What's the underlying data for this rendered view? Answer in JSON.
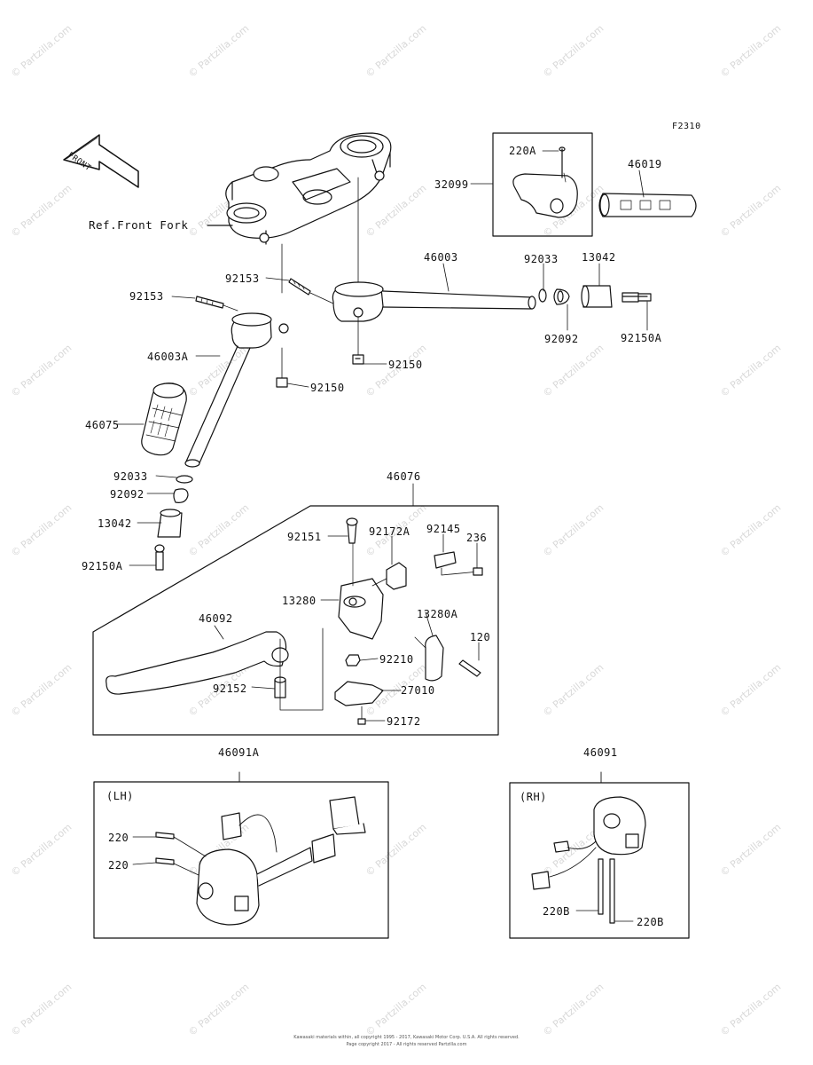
{
  "figure_code": "F2310",
  "front_label": "FRONT",
  "ref_label": "Ref.Front Fork",
  "watermark": "© Partzilla.com",
  "part_labels": {
    "p220A": "220A",
    "p32099": "32099",
    "p46019": "46019",
    "p92153a": "92153",
    "p92153b": "92153",
    "p46003": "46003",
    "p92033a": "92033",
    "p13042a": "13042",
    "p92092a": "92092",
    "p92150A_a": "92150A",
    "p92150a": "92150",
    "p46003A": "46003A",
    "p92150b": "92150",
    "p46075": "46075",
    "p92033b": "92033",
    "p92092b": "92092",
    "p13042b": "13042",
    "p92150A_b": "92150A",
    "p46076": "46076",
    "p92151": "92151",
    "p92172A": "92172A",
    "p92145": "92145",
    "p236": "236",
    "p13280": "13280",
    "p13280A": "13280A",
    "p46092": "46092",
    "p120": "120",
    "p92210": "92210",
    "p92152": "92152",
    "p27010": "27010",
    "p92172": "92172",
    "p46091A": "46091A",
    "p46091": "46091",
    "lh": "(LH)",
    "rh": "(RH)",
    "p220a": "220",
    "p220b": "220",
    "p220B_a": "220B",
    "p220B_b": "220B"
  },
  "footer": {
    "line1": "Kawasaki materials within, all copyright 1995 - 2017, Kawasaki Motor Corp. U.S.A. All rights reserved.",
    "line2": "Page copyright 2017 - All rights reserved Partzilla.com"
  }
}
